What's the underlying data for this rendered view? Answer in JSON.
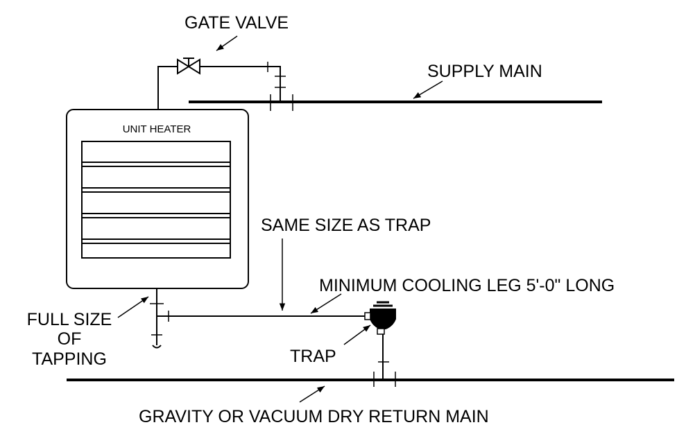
{
  "labels": {
    "gate_valve": "GATE VALVE",
    "supply_main": "SUPPLY MAIN",
    "unit_heater": "UNIT HEATER",
    "same_size_as_trap": "SAME SIZE AS TRAP",
    "minimum_cooling_leg": "MINIMUM COOLING LEG 5'-0\" LONG",
    "full_size_line1": "FULL SIZE",
    "full_size_line2": "OF",
    "full_size_line3": "TAPPING",
    "trap": "TRAP",
    "return_main": "GRAVITY OR VACUUM DRY RETURN MAIN"
  },
  "colors": {
    "line": "#000000",
    "background": "#ffffff"
  }
}
